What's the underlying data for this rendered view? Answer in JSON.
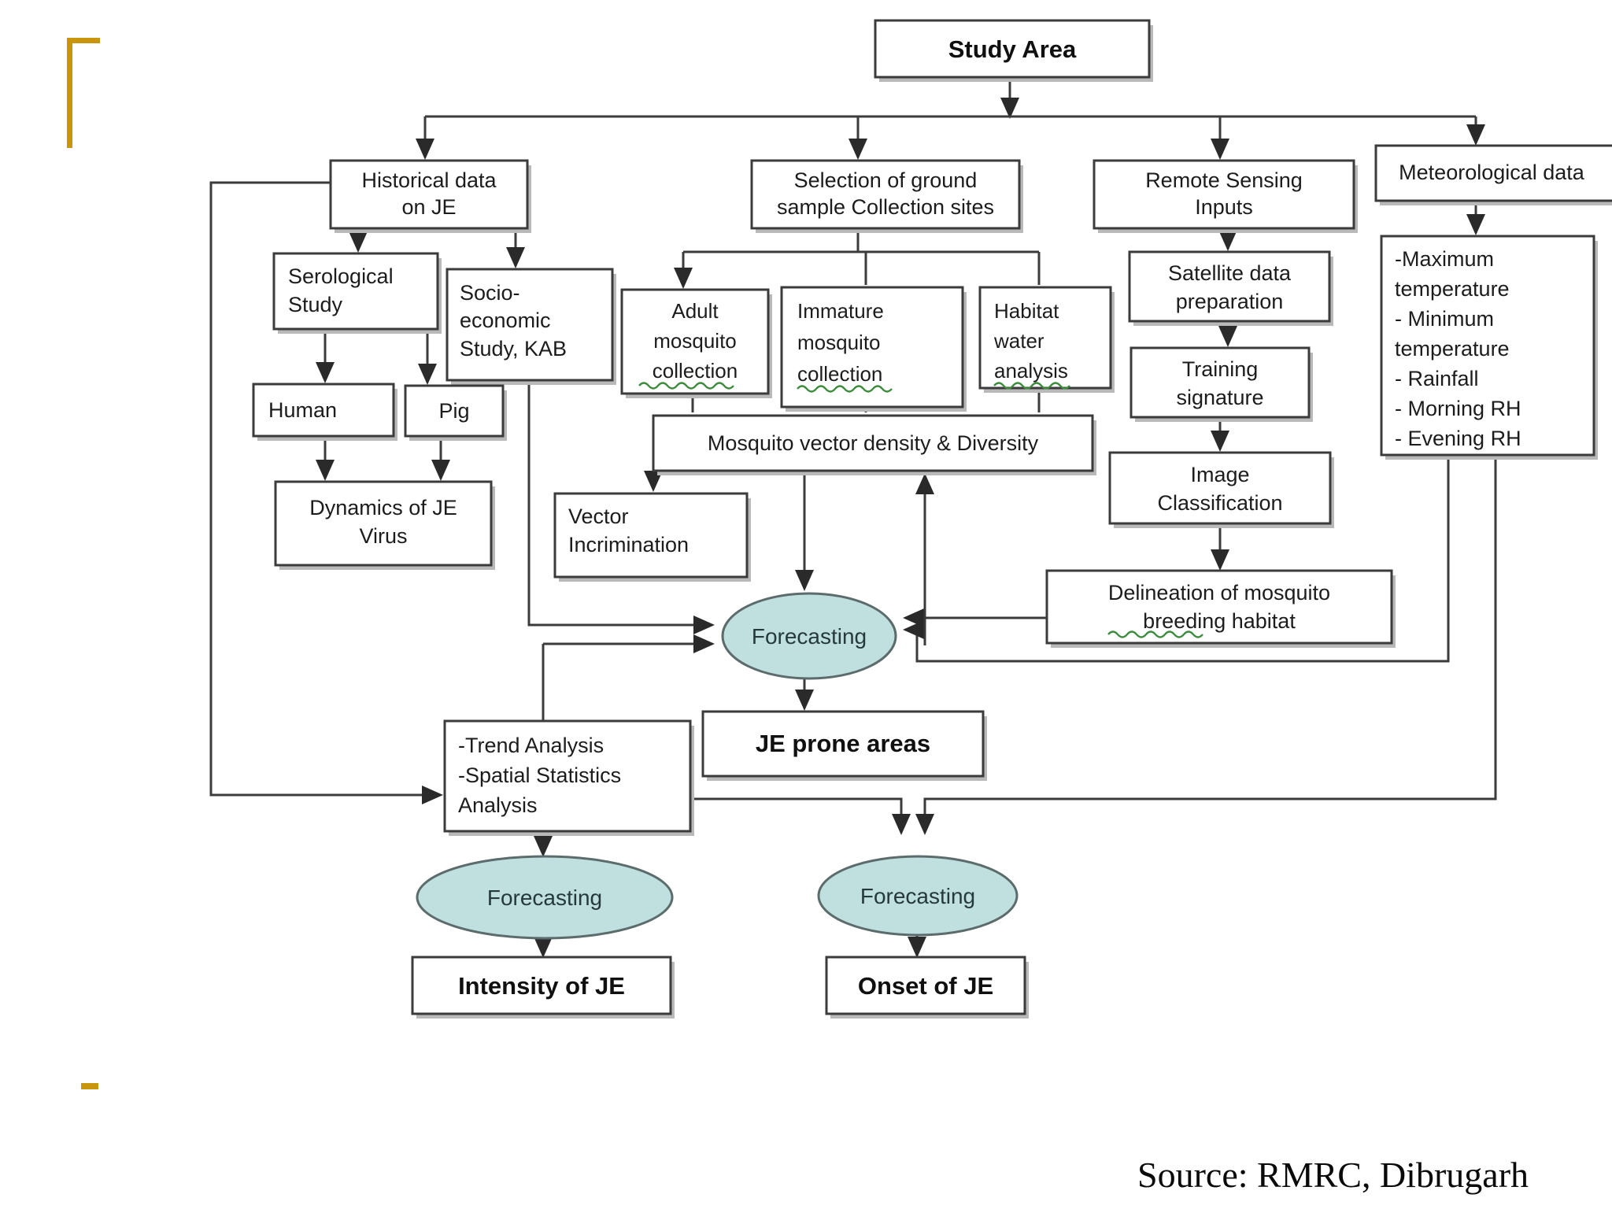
{
  "figure": {
    "title": "JE forecasting study framework flowchart",
    "source_note": "Source: RMRC,  Dibrugarh",
    "accent_gold": "#c8960c",
    "ellipse_fill": "#bfe0df",
    "box_stroke": "#3b3b3b",
    "spellcheck_underline_color": "#3d8b3d"
  },
  "nodes": {
    "study_area": "Study Area",
    "historical_data": "Historical data\non JE",
    "historical_data_l1": "Historical data",
    "historical_data_l2": "on JE",
    "selection_sites_l1": "Selection of ground",
    "selection_sites_l2": "sample Collection sites",
    "remote_sensing_l1": "Remote Sensing",
    "remote_sensing_l2": "Inputs",
    "meteorological_data": "Meteorological data",
    "serological_l1": "Serological",
    "serological_l2": "Study",
    "socio_l1": "Socio-",
    "socio_l2": "economic",
    "socio_l3": "Study, KAB",
    "human": "Human",
    "pig": "Pig",
    "dynamics_l1": "Dynamics of JE",
    "dynamics_l2": "Virus",
    "adult_l1": "Adult",
    "adult_l2": "mosquito",
    "adult_l3": "collection",
    "immature_l1": "Immature",
    "immature_l2": "mosquito",
    "immature_l3": "collection",
    "habitat_l1": "Habitat",
    "habitat_l2": "water",
    "habitat_l3": "analysis",
    "vector_density": "Mosquito vector density & Diversity",
    "vector_incr_l1": "Vector",
    "vector_incr_l2": "Incrimination",
    "satellite_l1": "Satellite data",
    "satellite_l2": "preparation",
    "training_l1": "Training",
    "training_l2": "signature",
    "image_cls_l1": "Image",
    "image_cls_l2": "Classification",
    "delineation_l1": "Delineation of mosquito",
    "delineation_l2": "breeding habitat",
    "met_items": [
      "-Maximum",
      "  temperature",
      "- Minimum",
      "  temperature",
      "- Rainfall",
      "- Morning RH",
      "- Evening RH"
    ],
    "forecasting_center": "Forecasting",
    "forecasting_left": "Forecasting",
    "forecasting_right": "Forecasting",
    "je_prone_areas": "JE prone areas",
    "trend_l1": "-Trend Analysis",
    "trend_l2": "-Spatial Statistics",
    "trend_l3": "   Analysis",
    "intensity_of_je": "Intensity of JE",
    "onset_of_je": "Onset of JE"
  },
  "chart_data": {
    "type": "diagram",
    "title": "JE prone area forecasting workflow",
    "nodes": [
      {
        "id": "study_area",
        "label": "Study Area",
        "shape": "rect",
        "level": 0
      },
      {
        "id": "historical_data",
        "label": "Historical data on JE",
        "shape": "rect",
        "level": 1
      },
      {
        "id": "selection_sites",
        "label": "Selection of ground sample Collection sites",
        "shape": "rect",
        "level": 1
      },
      {
        "id": "remote_sensing",
        "label": "Remote Sensing Inputs",
        "shape": "rect",
        "level": 1
      },
      {
        "id": "meteorological",
        "label": "Meteorological data",
        "shape": "rect",
        "level": 1
      },
      {
        "id": "serological",
        "label": "Serological Study",
        "shape": "rect",
        "level": 2
      },
      {
        "id": "socio",
        "label": "Socio-economic Study, KAB",
        "shape": "rect",
        "level": 2
      },
      {
        "id": "adult",
        "label": "Adult mosquito collection",
        "shape": "rect",
        "level": 2
      },
      {
        "id": "immature",
        "label": "Immature mosquito collection",
        "shape": "rect",
        "level": 2
      },
      {
        "id": "habitat",
        "label": "Habitat water analysis",
        "shape": "rect",
        "level": 2
      },
      {
        "id": "satellite",
        "label": "Satellite data preparation",
        "shape": "rect",
        "level": 2
      },
      {
        "id": "met_params",
        "label": "-Maximum temperature - Minimum temperature - Rainfall - Morning RH - Evening RH",
        "shape": "rect",
        "level": 2
      },
      {
        "id": "human",
        "label": "Human",
        "shape": "rect",
        "level": 3
      },
      {
        "id": "pig",
        "label": "Pig",
        "shape": "rect",
        "level": 3
      },
      {
        "id": "vector_density",
        "label": "Mosquito vector density & Diversity",
        "shape": "rect",
        "level": 3
      },
      {
        "id": "training",
        "label": "Training signature",
        "shape": "rect",
        "level": 3
      },
      {
        "id": "dynamics",
        "label": "Dynamics of JE Virus",
        "shape": "rect",
        "level": 4
      },
      {
        "id": "vector_incr",
        "label": "Vector Incrimination",
        "shape": "rect",
        "level": 4
      },
      {
        "id": "image_cls",
        "label": "Image Classification",
        "shape": "rect",
        "level": 4
      },
      {
        "id": "delineation",
        "label": "Delineation of mosquito breeding habitat",
        "shape": "rect",
        "level": 5
      },
      {
        "id": "forecast_c",
        "label": "Forecasting",
        "shape": "ellipse",
        "level": 6
      },
      {
        "id": "je_prone",
        "label": "JE prone areas",
        "shape": "rect",
        "level": 7
      },
      {
        "id": "trend",
        "label": "-Trend Analysis -Spatial Statistics Analysis",
        "shape": "rect",
        "level": 7
      },
      {
        "id": "forecast_l",
        "label": "Forecasting",
        "shape": "ellipse",
        "level": 8
      },
      {
        "id": "forecast_r",
        "label": "Forecasting",
        "shape": "ellipse",
        "level": 8
      },
      {
        "id": "intensity",
        "label": "Intensity of JE",
        "shape": "rect",
        "level": 9
      },
      {
        "id": "onset",
        "label": "Onset of JE",
        "shape": "rect",
        "level": 9
      }
    ],
    "edges": [
      {
        "from": "study_area",
        "to": "historical_data"
      },
      {
        "from": "study_area",
        "to": "selection_sites"
      },
      {
        "from": "study_area",
        "to": "remote_sensing"
      },
      {
        "from": "study_area",
        "to": "meteorological"
      },
      {
        "from": "historical_data",
        "to": "serological"
      },
      {
        "from": "historical_data",
        "to": "socio"
      },
      {
        "from": "historical_data",
        "to": "trend"
      },
      {
        "from": "serological",
        "to": "human"
      },
      {
        "from": "serological",
        "to": "pig"
      },
      {
        "from": "human",
        "to": "dynamics"
      },
      {
        "from": "pig",
        "to": "dynamics"
      },
      {
        "from": "socio",
        "to": "forecast_c"
      },
      {
        "from": "selection_sites",
        "to": "adult"
      },
      {
        "from": "selection_sites",
        "to": "immature"
      },
      {
        "from": "selection_sites",
        "to": "habitat"
      },
      {
        "from": "adult",
        "to": "vector_density"
      },
      {
        "from": "adult",
        "to": "vector_incr"
      },
      {
        "from": "immature",
        "to": "vector_density"
      },
      {
        "from": "habitat",
        "to": "vector_density"
      },
      {
        "from": "vector_density",
        "to": "forecast_c"
      },
      {
        "from": "remote_sensing",
        "to": "satellite"
      },
      {
        "from": "satellite",
        "to": "training"
      },
      {
        "from": "training",
        "to": "image_cls"
      },
      {
        "from": "image_cls",
        "to": "delineation"
      },
      {
        "from": "delineation",
        "to": "forecast_c"
      },
      {
        "from": "meteorological",
        "to": "met_params"
      },
      {
        "from": "met_params",
        "to": "forecast_c"
      },
      {
        "from": "met_params",
        "to": "forecast_r"
      },
      {
        "from": "forecast_c",
        "to": "je_prone"
      },
      {
        "from": "trend",
        "to": "forecast_l"
      },
      {
        "from": "trend",
        "to": "forecast_r"
      },
      {
        "from": "forecast_l",
        "to": "intensity"
      },
      {
        "from": "forecast_r",
        "to": "onset"
      }
    ]
  }
}
